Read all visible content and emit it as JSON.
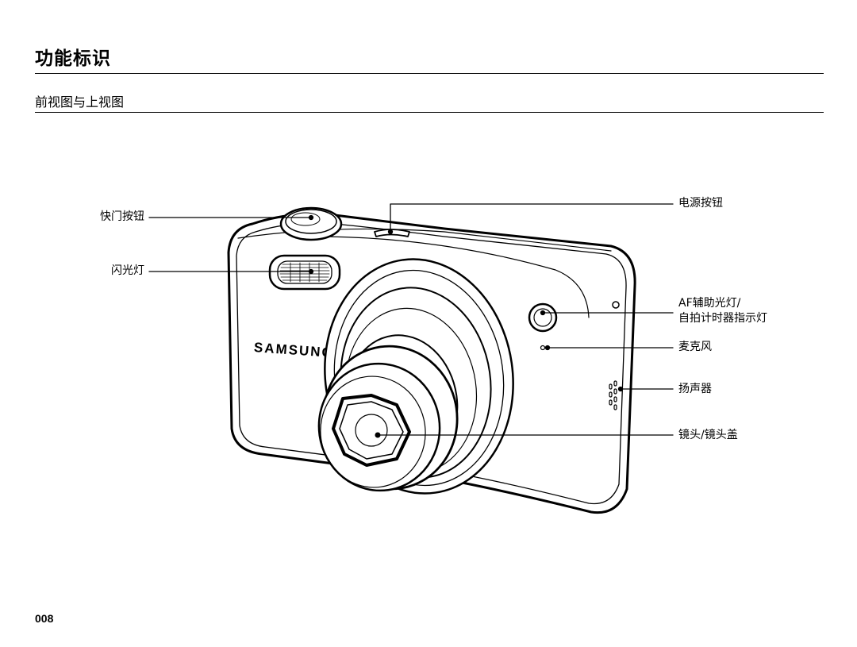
{
  "header": {
    "page_title": "功能标识",
    "section_title": "前视图与上视图"
  },
  "camera": {
    "brand_logo": "SAMSUNG"
  },
  "callouts": {
    "shutter_button": "快门按钮",
    "flash": "闪光灯",
    "power_button": "电源按钮",
    "af_lamp_line1": "AF辅助光灯/",
    "af_lamp_line2": "自拍计时器指示灯",
    "microphone": "麦克风",
    "speaker": "扬声器",
    "lens": "镜头/镜头盖"
  },
  "footer": {
    "page_number": "008"
  }
}
